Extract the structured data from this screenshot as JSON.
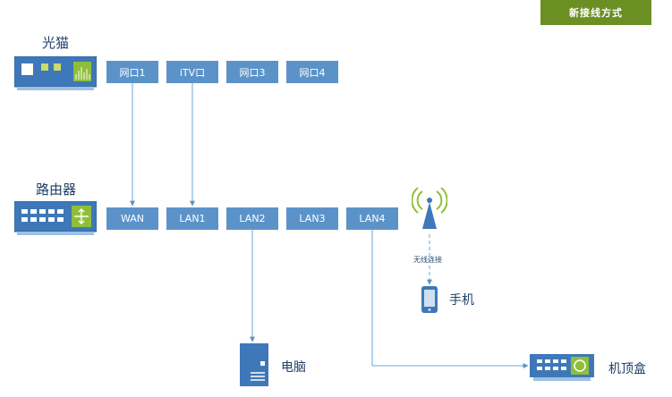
{
  "title": "新接线方式",
  "modem": {
    "label": "光猫",
    "ports": [
      "网口1",
      "iTV口",
      "网口3",
      "网口4"
    ]
  },
  "router": {
    "label": "路由器",
    "ports": [
      "WAN",
      "LAN1",
      "LAN2",
      "LAN3",
      "LAN4"
    ]
  },
  "wireless": {
    "label": "无线连接"
  },
  "devices": {
    "phone": "手机",
    "computer": "电脑",
    "stb": "机顶盒"
  },
  "colors": {
    "port_fill": "#5b93c9",
    "device_fill": "#3e78b8",
    "line": "#6aa4d8",
    "badge": "#6b8f23",
    "text": "#1f3f66"
  }
}
